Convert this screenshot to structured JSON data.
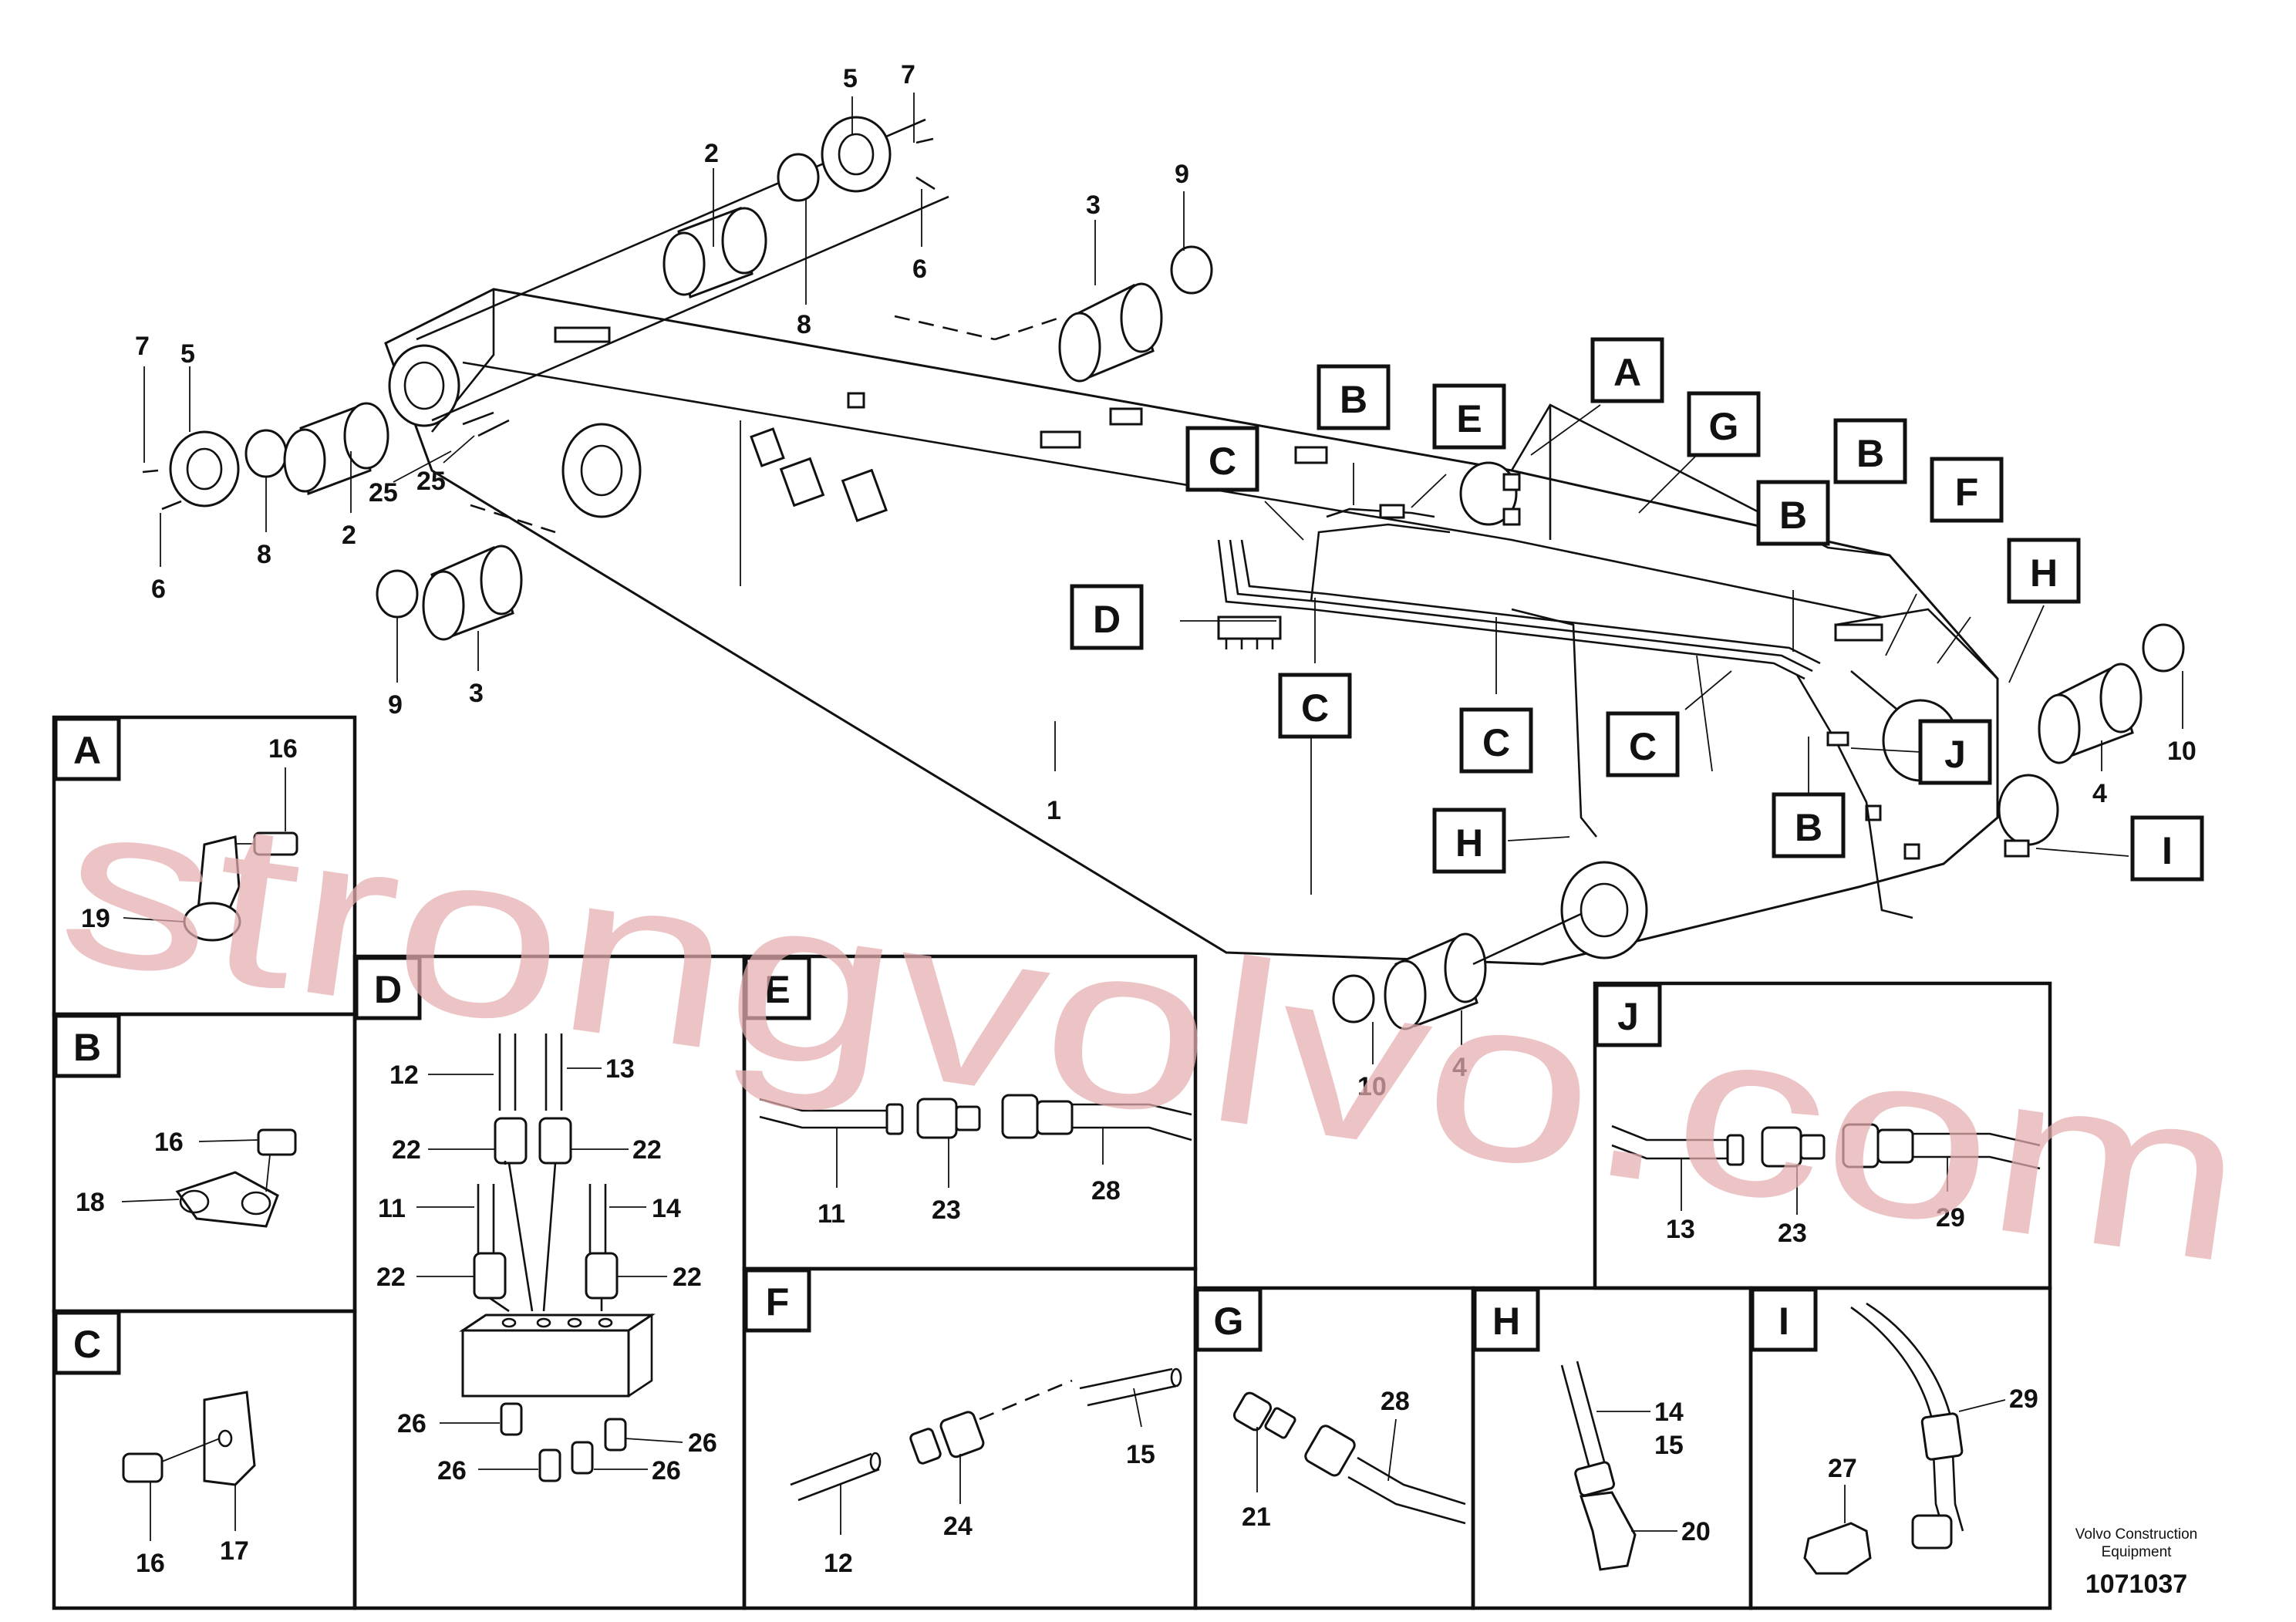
{
  "main_callouts": {
    "c1": "1",
    "c2a": "2",
    "c2b": "2",
    "c3a": "3",
    "c3b": "3",
    "c4a": "4",
    "c4b": "4",
    "c5a": "5",
    "c5b": "5",
    "c6a": "6",
    "c6b": "6",
    "c7a": "7",
    "c7b": "7",
    "c8a": "8",
    "c8b": "8",
    "c9a": "9",
    "c9b": "9",
    "c10a": "10",
    "c10b": "10",
    "c25a": "25",
    "c25b": "25"
  },
  "detail_markers": {
    "A": "A",
    "G": "G",
    "B1": "B",
    "E": "E",
    "C1": "C",
    "B2": "B",
    "F": "F",
    "H1": "H",
    "D": "D",
    "C2": "C",
    "C3": "C",
    "C4": "C",
    "J": "J",
    "B3": "B",
    "H2": "H",
    "I": "I"
  },
  "panels": {
    "A": {
      "title": "A",
      "labels": [
        "16",
        "19"
      ]
    },
    "B": {
      "title": "B",
      "labels": [
        "16",
        "18"
      ]
    },
    "C": {
      "title": "C",
      "labels": [
        "16",
        "17"
      ]
    },
    "D": {
      "title": "D",
      "labels": [
        "12",
        "13",
        "22",
        "22",
        "11",
        "14",
        "22",
        "22",
        "26",
        "26",
        "26",
        "26"
      ]
    },
    "E": {
      "title": "E",
      "labels": [
        "11",
        "23",
        "28"
      ]
    },
    "F": {
      "title": "F",
      "labels": [
        "12",
        "24",
        "15"
      ]
    },
    "G": {
      "title": "G",
      "labels": [
        "21",
        "28"
      ]
    },
    "H": {
      "title": "H",
      "labels": [
        "14",
        "15",
        "20"
      ]
    },
    "I": {
      "title": "I",
      "labels": [
        "27",
        "29"
      ]
    },
    "J": {
      "title": "J",
      "labels": [
        "13",
        "23",
        "29"
      ]
    }
  },
  "footer": {
    "line1": "Volvo Construction",
    "line2": "Equipment",
    "drawing_number": "1071037"
  },
  "watermark": "strongvolvo.com"
}
